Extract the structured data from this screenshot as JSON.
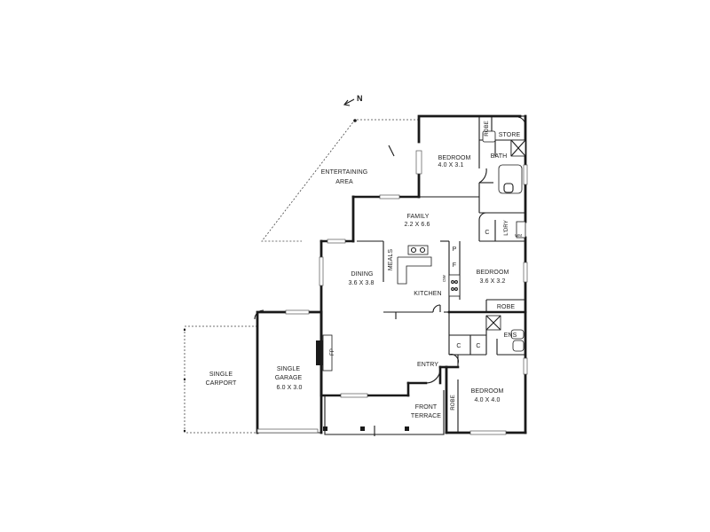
{
  "north": "N",
  "rooms": {
    "bedroom1": {
      "name": "BEDROOM",
      "size": "4.0 X 3.1"
    },
    "robe1": "ROBE",
    "store": "STORE",
    "bath": "BATH",
    "entertaining": {
      "line1": "ENTERTAINING",
      "line2": "AREA"
    },
    "family": {
      "name": "FAMILY",
      "size": "2.2 X 6.6"
    },
    "ldry": "L'DRY",
    "wm": "WM",
    "c1": "C",
    "p": "P",
    "f": "F",
    "dw": "DW",
    "meals": "MEALS",
    "dining": {
      "name": "DINING",
      "size": "3.6 X 3.8"
    },
    "kitchen": "KITCHEN",
    "bedroom2": {
      "name": "BEDROOM",
      "size": "3.6 X 3.2"
    },
    "robe2": "ROBE",
    "ens": "ENS",
    "c2": "C",
    "c3": "C",
    "fp": "FP",
    "garage": {
      "line1": "SINGLE",
      "line2": "GARAGE",
      "size": "6.0 X 3.0"
    },
    "carport": {
      "line1": "SINGLE",
      "line2": "CARPORT"
    },
    "entry": "ENTRY",
    "terrace": {
      "line1": "FRONT",
      "line2": "TERRACE"
    },
    "robe3": "ROBE",
    "bedroom3": {
      "name": "BEDROOM",
      "size": "4.0 X 4.0"
    }
  }
}
